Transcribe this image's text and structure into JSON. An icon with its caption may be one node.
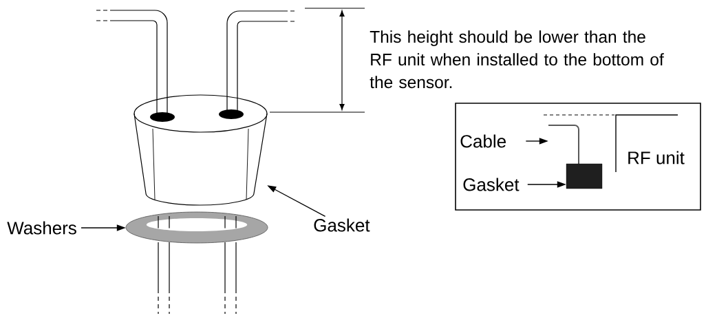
{
  "diagram": {
    "nodes": [
      {
        "text": [
          "Washers"
        ]
      },
      {
        "text": [],
        "shape": "ring"
      },
      {
        "text": [
          "Gasket"
        ]
      },
      {
        "text": [],
        "shape": "picture"
      },
      {
        "text": [],
        "shape": "box"
      },
      {
        "text": [
          "Cable"
        ],
        "in": 4
      },
      {
        "text": [],
        "shape": "line",
        "in": 4
      },
      {
        "text": [
          "Gasket"
        ],
        "in": 4
      },
      {
        "text": [],
        "shape": "box",
        "in": 4
      }
    ],
    "edges": [
      {
        "from": 0,
        "to": 1,
        "arrow": "to"
      },
      {
        "from": 2,
        "to": 3,
        "arrow": "to"
      },
      {
        "from": 5,
        "to": 6,
        "arrow": "to"
      },
      {
        "from": 7,
        "to": 8,
        "arrow": "to"
      }
    ],
    "labels": [
      "This height should be lower than the RF unit when installed to the bottom of the sensor.",
      "RF unit"
    ]
  }
}
